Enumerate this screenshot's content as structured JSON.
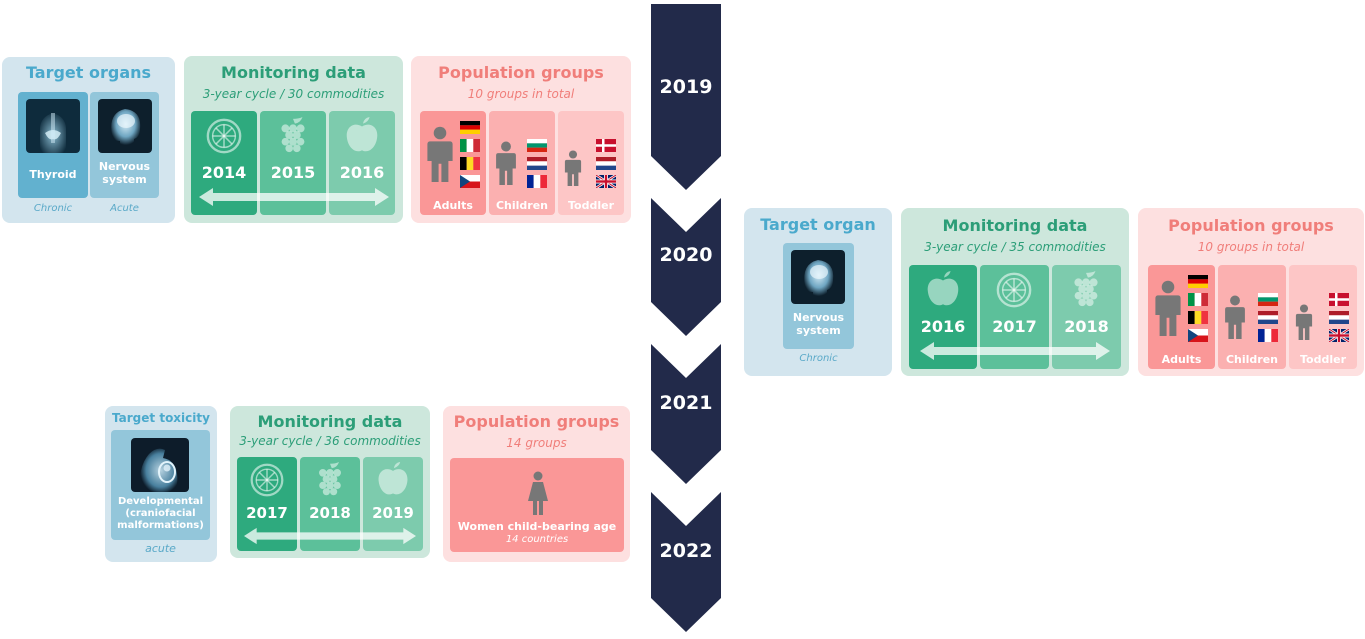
{
  "timeline": {
    "years": [
      "2019",
      "2020",
      "2021",
      "2022"
    ],
    "color": "#222a4a"
  },
  "block_2019": {
    "target": {
      "title": "Target organs",
      "organs": [
        {
          "label": "Thyroid",
          "icon": "thyroid-scan-icon",
          "note": "Chronic"
        },
        {
          "label": "Nervous system",
          "icon": "brain-scan-icon",
          "note": "Acute"
        }
      ]
    },
    "monitoring": {
      "title": "Monitoring data",
      "subtitle": "3-year cycle / 30 commodities",
      "years": [
        {
          "year": "2014",
          "icon": "citrus-icon"
        },
        {
          "year": "2015",
          "icon": "grape-icon"
        },
        {
          "year": "2016",
          "icon": "apple-icon"
        }
      ]
    },
    "population": {
      "title": "Population groups",
      "subtitle": "10 groups in total",
      "groups": [
        {
          "label": "Adults",
          "flags": [
            "DE",
            "IT",
            "BE",
            "CZ"
          ]
        },
        {
          "label": "Children",
          "flags": [
            "BG",
            "NL",
            "FR"
          ]
        },
        {
          "label": "Toddler",
          "flags": [
            "DK",
            "NL",
            "GB"
          ]
        }
      ]
    }
  },
  "block_2020": {
    "target": {
      "title": "Target organ",
      "organs": [
        {
          "label": "Nervous system",
          "icon": "brain-scan-icon",
          "note": "Chronic"
        }
      ]
    },
    "monitoring": {
      "title": "Monitoring data",
      "subtitle": "3-year cycle / 35 commodities",
      "years": [
        {
          "year": "2016",
          "icon": "apple-icon"
        },
        {
          "year": "2017",
          "icon": "citrus-icon"
        },
        {
          "year": "2018",
          "icon": "grape-icon"
        }
      ]
    },
    "population": {
      "title": "Population groups",
      "subtitle": "10 groups in total",
      "groups": [
        {
          "label": "Adults",
          "flags": [
            "DE",
            "IT",
            "BE",
            "CZ"
          ]
        },
        {
          "label": "Children",
          "flags": [
            "BG",
            "NL",
            "FR"
          ]
        },
        {
          "label": "Toddler",
          "flags": [
            "DK",
            "NL",
            "GB"
          ]
        }
      ]
    }
  },
  "block_2021": {
    "target": {
      "title": "Target toxicity",
      "label_line1": "Developmental",
      "label_line2": "(craniofacial",
      "label_line3": "malformations)",
      "icon": "fetus-scan-icon",
      "note": "acute"
    },
    "monitoring": {
      "title": "Monitoring data",
      "subtitle": "3-year cycle / 36 commodities",
      "years": [
        {
          "year": "2017",
          "icon": "citrus-icon"
        },
        {
          "year": "2018",
          "icon": "grape-icon"
        },
        {
          "year": "2019",
          "icon": "apple-icon"
        }
      ]
    },
    "population": {
      "title": "Population groups",
      "subtitle": "14 groups",
      "group_label": "Women child-bearing age",
      "group_note": "14 countries"
    }
  },
  "colors": {
    "blue_accent": "#4aa9cc",
    "green_accent": "#2c9e78",
    "pink_accent": "#f07e7a",
    "figure_grey": "#777777"
  }
}
